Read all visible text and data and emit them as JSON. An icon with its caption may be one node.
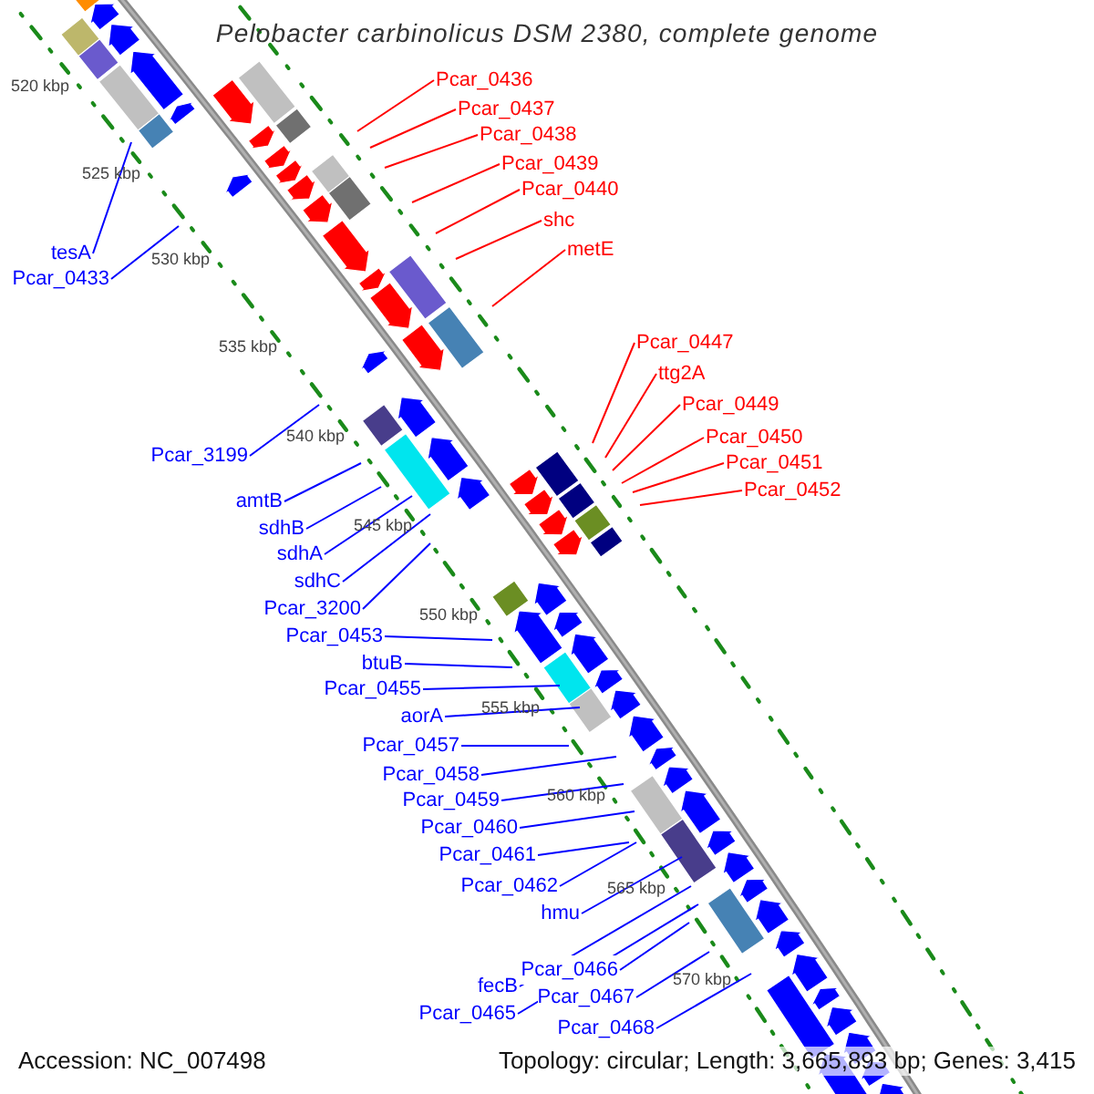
{
  "diagram": {
    "title": "Pelobacter carbinolicus DSM 2380, complete genome",
    "nodes": [
      {
        "text": [
          "Pcar_0436"
        ]
      },
      {
        "text": [
          "Pcar_0437"
        ]
      },
      {
        "text": [
          "Pcar_0438"
        ]
      },
      {
        "text": [
          "Pcar_0439"
        ]
      },
      {
        "text": [
          "Pcar_0440"
        ]
      },
      {
        "text": [
          "shc"
        ]
      },
      {
        "text": [
          "metE"
        ]
      },
      {
        "text": [
          "tesA"
        ]
      },
      {
        "text": [
          "Pcar_0433"
        ]
      },
      {
        "text": [
          "Pcar_0447"
        ]
      },
      {
        "text": [
          "ttg2A"
        ]
      },
      {
        "text": [
          "Pcar_0449"
        ]
      },
      {
        "text": [
          "Pcar_0450"
        ]
      },
      {
        "text": [
          "Pcar_0451"
        ]
      },
      {
        "text": [
          "Pcar_0452"
        ]
      },
      {
        "text": [
          "Pcar_3199"
        ]
      },
      {
        "text": [
          "amtB"
        ]
      },
      {
        "text": [
          "sdhB"
        ]
      },
      {
        "text": [
          "sdhA"
        ]
      },
      {
        "text": [
          "sdhC"
        ]
      },
      {
        "text": [
          "Pcar_3200"
        ]
      },
      {
        "text": [
          "Pcar_0453"
        ]
      },
      {
        "text": [
          "btuB"
        ]
      },
      {
        "text": [
          "Pcar_0455"
        ]
      },
      {
        "text": [
          "aorA"
        ]
      },
      {
        "text": [
          "Pcar_0457"
        ]
      },
      {
        "text": [
          "Pcar_0458"
        ]
      },
      {
        "text": [
          "Pcar_0459"
        ]
      },
      {
        "text": [
          "Pcar_0460"
        ]
      },
      {
        "text": [
          "Pcar_0461"
        ]
      },
      {
        "text": [
          "Pcar_0462"
        ]
      },
      {
        "text": [
          "hmu"
        ]
      },
      {
        "text": [
          "Pcar_0466"
        ]
      },
      {
        "text": [
          "fecB"
        ]
      },
      {
        "text": [
          "Pcar_0467"
        ]
      },
      {
        "text": [
          "Pcar_0465"
        ]
      },
      {
        "text": [
          "Pcar_0468"
        ]
      }
    ],
    "edges": [
      {
        "from": 0,
        "to": null,
        "arrow": "none",
        "color": "#ff0000"
      },
      {
        "from": 1,
        "to": null,
        "arrow": "none",
        "color": "#ff0000"
      },
      {
        "from": 2,
        "to": null,
        "arrow": "none",
        "color": "#ff0000"
      },
      {
        "from": 3,
        "to": null,
        "arrow": "none",
        "color": "#ff0000"
      },
      {
        "from": 4,
        "to": null,
        "arrow": "none",
        "color": "#ff0000"
      },
      {
        "from": 5,
        "to": null,
        "arrow": "none",
        "color": "#ff0000"
      },
      {
        "from": 6,
        "to": null,
        "arrow": "none",
        "color": "#ff0000"
      },
      {
        "from": 7,
        "to": null,
        "arrow": "none"
      },
      {
        "from": 8,
        "to": null,
        "arrow": "none"
      },
      {
        "from": 9,
        "to": null,
        "arrow": "none",
        "color": "#ff0000"
      },
      {
        "from": 10,
        "to": null,
        "arrow": "none",
        "color": "#ff0000"
      },
      {
        "from": 11,
        "to": null,
        "arrow": "none",
        "color": "#ff0000"
      },
      {
        "from": 12,
        "to": null,
        "arrow": "none",
        "color": "#ff0000"
      },
      {
        "from": 13,
        "to": null,
        "arrow": "none",
        "color": "#ff0000"
      },
      {
        "from": 14,
        "to": null,
        "arrow": "none",
        "color": "#ff0000"
      },
      {
        "from": 15,
        "to": null,
        "arrow": "none"
      },
      {
        "from": 16,
        "to": null,
        "arrow": "none"
      },
      {
        "from": 17,
        "to": null,
        "arrow": "none"
      },
      {
        "from": 18,
        "to": null,
        "arrow": "none"
      },
      {
        "from": 19,
        "to": null,
        "arrow": "none"
      },
      {
        "from": 20,
        "to": null,
        "arrow": "none"
      },
      {
        "from": 21,
        "to": null,
        "arrow": "none"
      },
      {
        "from": 22,
        "to": null,
        "arrow": "none"
      },
      {
        "from": 23,
        "to": null,
        "arrow": "none"
      },
      {
        "from": 24,
        "to": null,
        "arrow": "none"
      },
      {
        "from": 25,
        "to": null,
        "arrow": "none"
      },
      {
        "from": 26,
        "to": null,
        "arrow": "none"
      },
      {
        "from": 27,
        "to": null,
        "arrow": "none"
      },
      {
        "from": 28,
        "to": null,
        "arrow": "none"
      },
      {
        "from": 29,
        "to": null,
        "arrow": "none"
      },
      {
        "from": 30,
        "to": null,
        "arrow": "none"
      },
      {
        "from": 31,
        "to": null,
        "arrow": "none"
      },
      {
        "from": 32,
        "to": null,
        "arrow": "none"
      },
      {
        "from": 33,
        "to": null,
        "arrow": "none"
      },
      {
        "from": 34,
        "to": null,
        "arrow": "none"
      },
      {
        "from": 35,
        "to": null,
        "arrow": "none"
      },
      {
        "from": 36,
        "to": null,
        "arrow": "none"
      }
    ],
    "labels": [
      "520 kbp",
      "525 kbp",
      "530 kbp",
      "535 kbp",
      "540 kbp",
      "545 kbp",
      "550 kbp",
      "555 kbp",
      "560 kbp",
      "565 kbp",
      "570 kbp",
      "Accession: NC_007498",
      "Topology: circular; Length: 3,665,893 bp; Genes: 3,415"
    ]
  }
}
